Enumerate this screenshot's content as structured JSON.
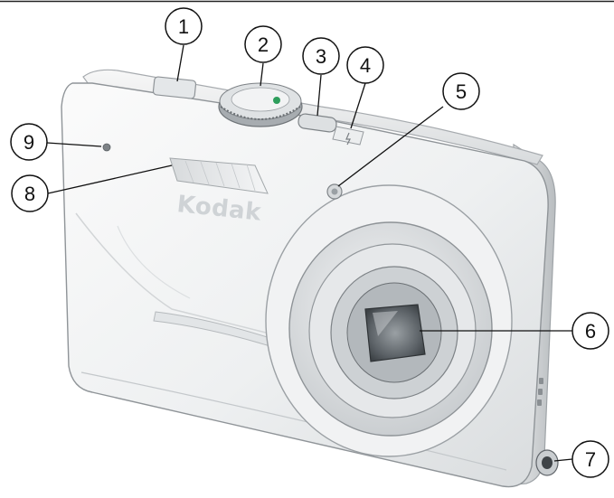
{
  "brand": "Kodak",
  "callouts": [
    {
      "number": "1",
      "part": "shutter-button"
    },
    {
      "number": "2",
      "part": "mode-dial"
    },
    {
      "number": "3",
      "part": "power-button"
    },
    {
      "number": "4",
      "part": "flash-button"
    },
    {
      "number": "5",
      "part": "self-timer-light"
    },
    {
      "number": "6",
      "part": "lens"
    },
    {
      "number": "7",
      "part": "strap-post"
    },
    {
      "number": "8",
      "part": "flash-unit"
    },
    {
      "number": "9",
      "part": "microphone"
    }
  ]
}
